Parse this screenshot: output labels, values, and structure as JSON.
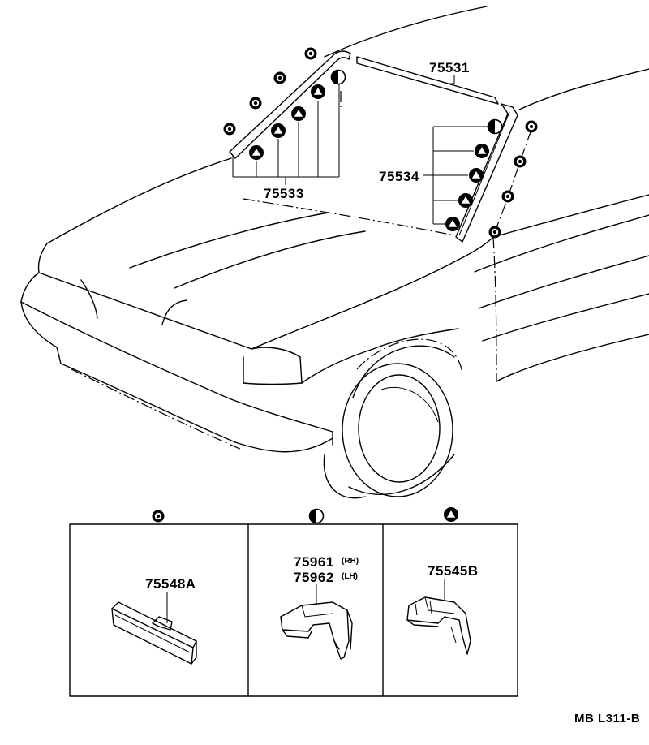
{
  "part_numbers": {
    "top_moulding": "75531",
    "left_pillar_moulding": "75533",
    "right_pillar_moulding": "75534"
  },
  "panels": [
    {
      "symbol": "dot-circle-icon",
      "part_number": "75548A"
    },
    {
      "symbol": "half-circle-icon",
      "part_number_rh": "75961",
      "rh_tag": "(RH)",
      "part_number_lh": "75962",
      "lh_tag": "(LH)"
    },
    {
      "symbol": "triangle-circle-icon",
      "part_number": "75545B"
    }
  ],
  "diagram_code": "MB L311-B",
  "colors": {
    "ink": "#000000",
    "paper": "#ffffff"
  }
}
